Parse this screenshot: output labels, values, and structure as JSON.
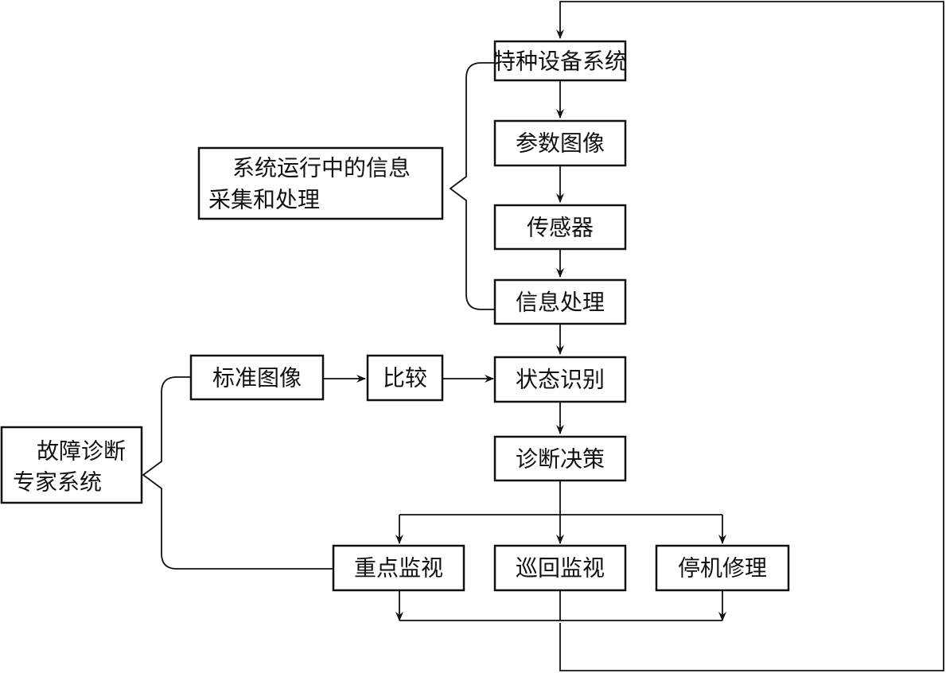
{
  "nodes": {
    "special_equipment": "特种设备系统",
    "parameter_image": "参数图像",
    "sensor": "传感器",
    "info_processing": "信息处理",
    "state_recognition": "状态识别",
    "diagnosis_decision": "诊断决策",
    "standard_image": "标准图像",
    "compare": "比较",
    "key_monitoring": "重点监视",
    "patrol_monitoring": "巡回监视",
    "shutdown_repair": "停机修理"
  },
  "groups": {
    "info_collection": {
      "line1": "系统运行中的信息",
      "line2": "采集和处理"
    },
    "expert_system": {
      "line1": "故障诊断",
      "line2": "专家系统"
    }
  },
  "colors": {
    "stroke": "#111111",
    "background": "#ffffff"
  }
}
